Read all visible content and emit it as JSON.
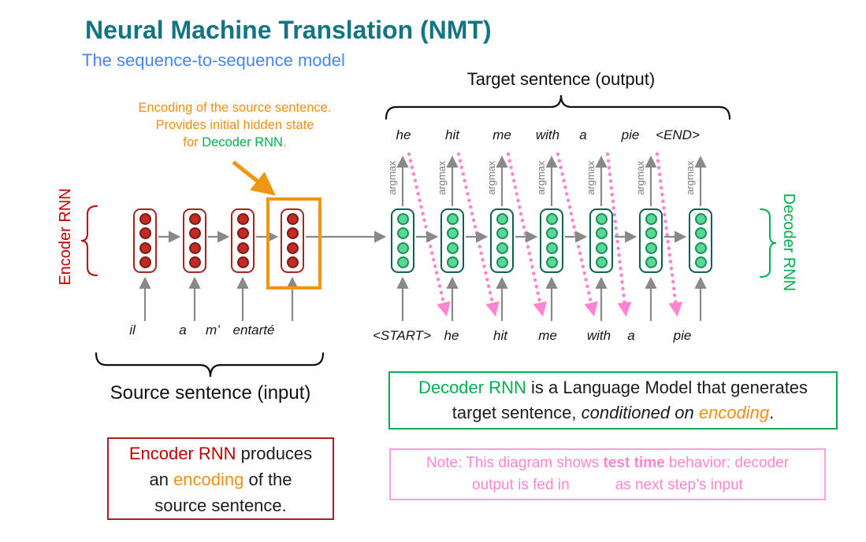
{
  "slide": {
    "title": "Neural Machine Translation (NMT)",
    "subtitle": "The sequence-to-sequence model"
  },
  "annotation": {
    "line1": "Encoding of the source sentence.",
    "line2": "Provides initial hidden state",
    "line3_prefix": "for ",
    "line3_highlight": "Decoder RNN",
    "line3_suffix": "."
  },
  "labels": {
    "target_bracket": "Target sentence (output)",
    "source_bracket": "Source sentence (input)",
    "encoder_rnn": "Encoder RNN",
    "decoder_rnn": "Decoder RNN",
    "argmax": "argmax"
  },
  "sequence": {
    "source_words": [
      "il",
      "a",
      "m’",
      "entarté"
    ],
    "decoder_inputs": [
      "<START>",
      "he",
      "hit",
      "me",
      "with",
      "a",
      "pie"
    ],
    "decoder_outputs": [
      "he",
      "hit",
      "me",
      "with",
      "a",
      "pie",
      "<END>"
    ]
  },
  "callout_encoder": {
    "highlight": "Encoder RNN",
    "rest1": " produces",
    "pre2": "an ",
    "highlight2": "encoding",
    "post2": " of the",
    "line3": "source sentence."
  },
  "callout_decoder": {
    "highlight": "Decoder RNN",
    "rest1": " is a Language Model that generates",
    "pre2": "target sentence, ",
    "italic2": "conditioned on ",
    "highlight2": "encoding",
    "post2": "."
  },
  "note": {
    "pre1": "Note: This diagram shows ",
    "bold1": "test time",
    "post1": " behavior: decoder",
    "pre2": "output is fed in",
    "post2": "as next step’s input"
  },
  "colors": {
    "title_teal": "#137583",
    "subtitle_blue": "#4a86e8",
    "encoder_red": "#c00000",
    "decoder_green": "#00b050",
    "accent_orange": "#ed9015",
    "arrow_gray": "#898989",
    "feed_pink": "#ff85d0",
    "encoder_cell_border": "#a62520",
    "encoder_dot": "#c12b24",
    "decoder_cell_border": "#0f5f55",
    "decoder_dot": "#5cd695"
  }
}
